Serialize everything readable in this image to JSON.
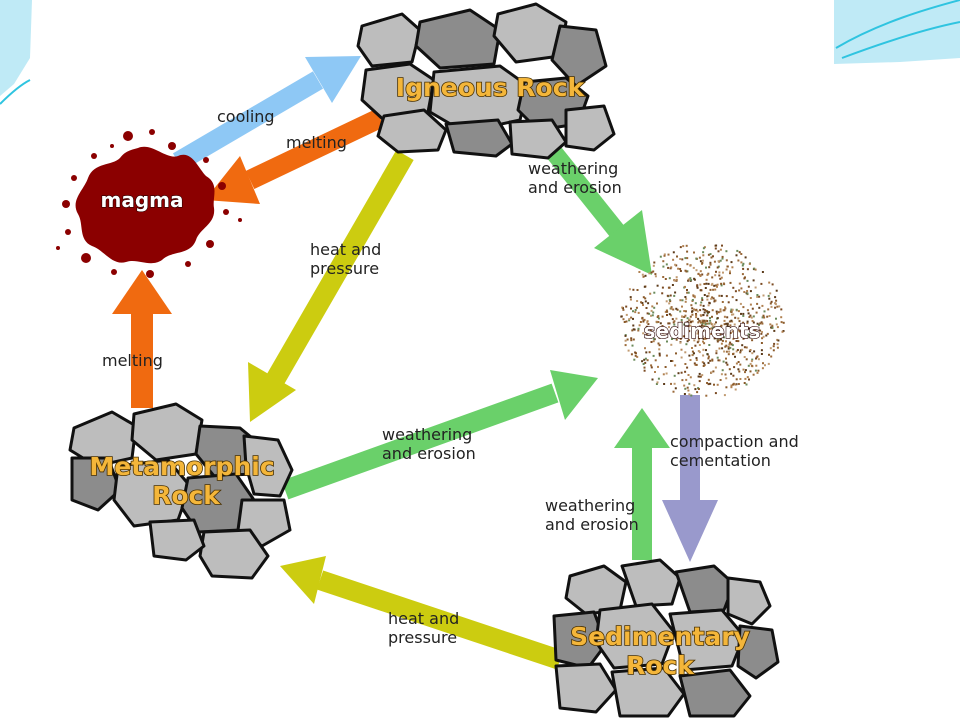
{
  "colors": {
    "cooling": "#8ec8f5",
    "melting": "#f06a10",
    "heat_pressure": "#cccc10",
    "weathering": "#6ad06a",
    "compaction": "#9999cc",
    "magma": "#8b0000",
    "stone_light": "#bdbdbd",
    "stone_dark": "#8c8c8c",
    "label_fill": "#f4b63a",
    "accent_teal": "#2fc4e0"
  },
  "nodes": {
    "igneous": "Igneous Rock",
    "magma": "magma",
    "sediments": "sediments",
    "metamorphic_line1": "Metamorphic",
    "metamorphic_line2": "Rock",
    "sedimentary_line1": "Sedimentary",
    "sedimentary_line2": "Rock"
  },
  "edges": {
    "cooling": {
      "label": "cooling"
    },
    "melting_top": {
      "label": "melting"
    },
    "melting_left": {
      "label": "melting"
    },
    "heat_pressure_left": {
      "line1": "heat and",
      "line2": "pressure"
    },
    "heat_pressure_bottom": {
      "line1": "heat and",
      "line2": "pressure"
    },
    "weathering_igneous": {
      "line1": "weathering",
      "line2": "and erosion"
    },
    "weathering_metamorphic": {
      "line1": "weathering",
      "line2": "and erosion"
    },
    "weathering_sedimentary": {
      "line1": "weathering",
      "line2": "and erosion"
    },
    "compaction": {
      "line1": "compaction and",
      "line2": "cementation"
    }
  }
}
